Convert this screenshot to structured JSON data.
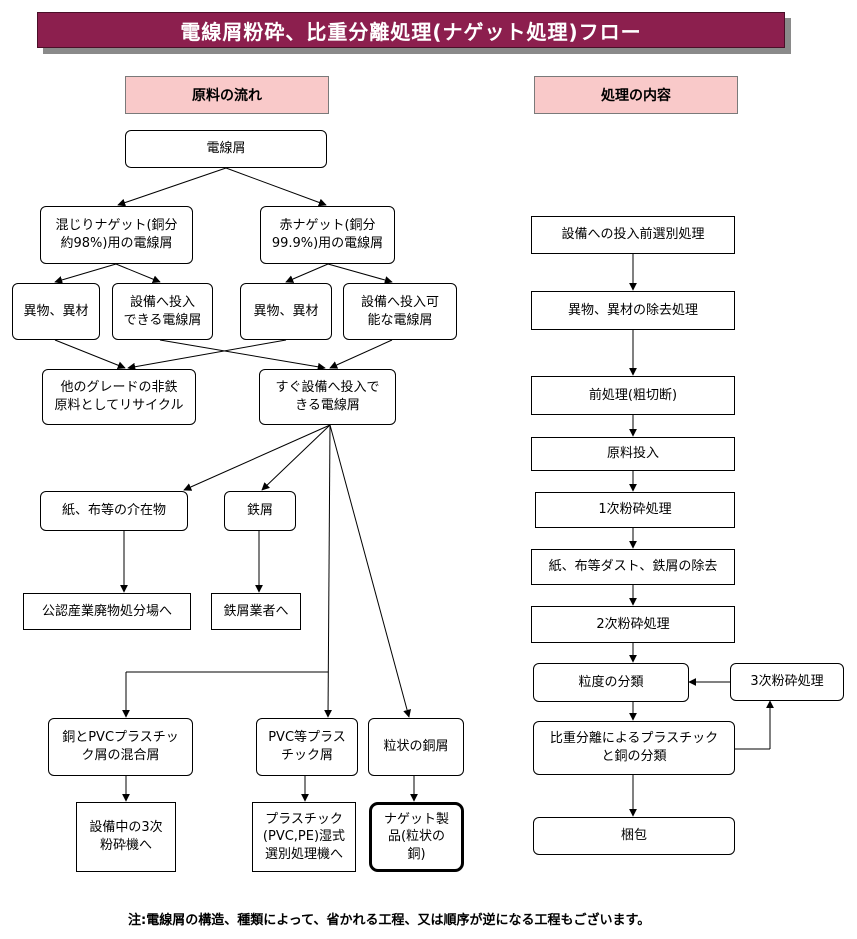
{
  "title": "電線屑粉砕、比重分離処理(ナゲット処理)フロー",
  "headers": {
    "left": "原料の流れ",
    "right": "処理の内容"
  },
  "left_flow": {
    "wire_scrap": "電線屑",
    "mixed_nugget": "混じりナゲット(銅分\n約98%)用の電線屑",
    "red_nugget": "赤ナゲット(銅分\n99.9%)用の電線屑",
    "foreign_1": "異物、異材",
    "input_ok_1": "設備へ投入\nできる電線屑",
    "foreign_2": "異物、異材",
    "input_ok_2": "設備へ投入可\n能な電線屑",
    "recycle": "他のグレードの非鉄\n原料としてリサイクル",
    "immediate": "すぐ設備へ投入で\nきる電線屑",
    "paper_cloth": "紙、布等の介在物",
    "iron": "鉄屑",
    "landfill": "公認産業廃物処分場へ",
    "iron_dealer": "鉄屑業者へ",
    "cu_pvc_mix": "銅とPVCプラスチッ\nク屑の混合屑",
    "pvc_plastic": "PVC等プラス\nチック屑",
    "granular_cu": "粒状の銅屑",
    "tertiary_crusher": "設備中の3次\n粉砕機へ",
    "wet_separator": "プラスチック\n(PVC,PE)湿式\n選別処理機へ",
    "nugget_product": "ナゲット製\n品(粒状の\n銅)"
  },
  "right_flow": {
    "steps": [
      "設備への投入前選別処理",
      "異物、異材の除去処理",
      "前処理(粗切断)",
      "原料投入",
      "1次粉砕処理",
      "紙、布等ダスト、鉄屑の除去",
      "2次粉砕処理",
      "粒度の分類",
      "比重分離によるプラスチック\nと銅の分類",
      "梱包"
    ],
    "tertiary": "3次粉砕処理"
  },
  "note": "注:電線屑の構造、種類によって、省かれる工程、又は順序が逆になる工程もございます。"
}
